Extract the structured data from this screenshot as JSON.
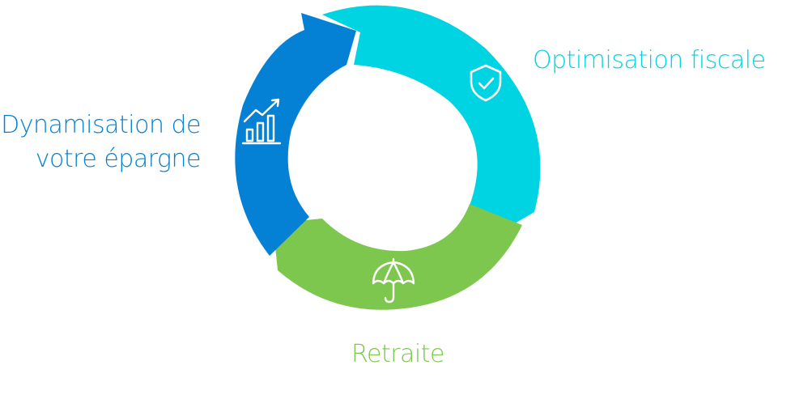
{
  "segments": [
    {
      "id": "optimisation",
      "label": "Optimisation fiscale",
      "color": "#00d4e2",
      "icon": "shield-check-icon"
    },
    {
      "id": "retraite",
      "label": "Retraite",
      "color": "#7ec74e",
      "icon": "umbrella-icon"
    },
    {
      "id": "dynamisation",
      "label_line1": "Dynamisation de",
      "label_line2": "votre épargne",
      "color": "#0480d4",
      "icon": "growth-chart-icon"
    }
  ]
}
